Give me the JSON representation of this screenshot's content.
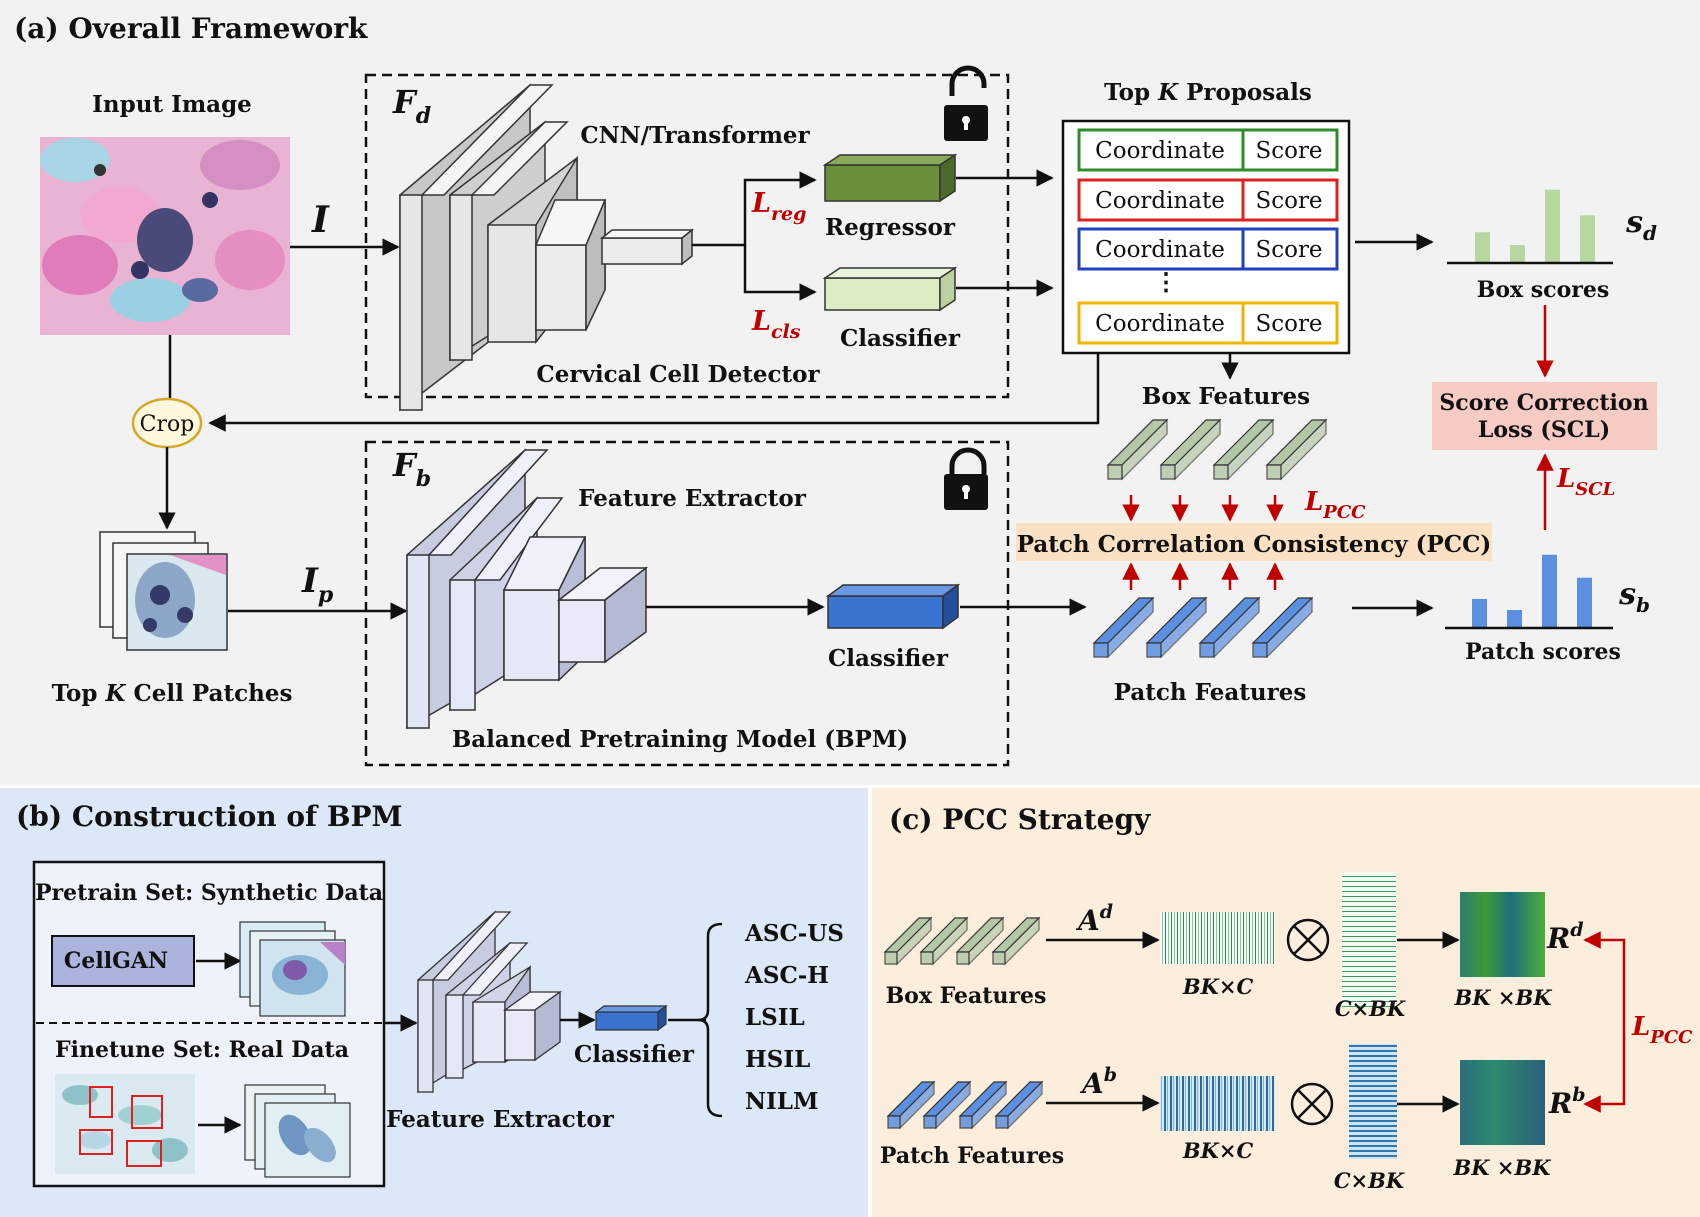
{
  "panel_a": {
    "title": "(a) Overall Framework",
    "input_image": "Input Image",
    "input_symbol": "I",
    "fd_main": "F",
    "fd_sub": "d",
    "cnn_transformer": "CNN/Transformer",
    "lreg_main": "L",
    "lreg_sub": "reg",
    "lcls_main": "L",
    "lcls_sub": "cls",
    "regressor": "Regressor",
    "classifier_top": "Classifier",
    "detector_label": "Cervical Cell Detector",
    "top_k_proposals": {
      "pre": "Top ",
      "k": "K",
      "post": " Proposals"
    },
    "proposals": [
      {
        "coord": "Coordinate",
        "score": "Score",
        "color": "#2e8b2e"
      },
      {
        "coord": "Coordinate",
        "score": "Score",
        "color": "#e02020"
      },
      {
        "coord": "Coordinate",
        "score": "Score",
        "color": "#2040c0"
      },
      {
        "coord": "Coordinate",
        "score": "Score",
        "color": "#f0b400"
      }
    ],
    "vdots": "⋮",
    "sd_main": "s",
    "sd_sub": "d",
    "box_scores": "Box scores",
    "box_score_values": [
      0.35,
      0.2,
      0.85,
      0.55
    ],
    "box_score_color": "#b6d7a0",
    "scl_line1": "Score Correction",
    "scl_line2": "Loss (SCL)",
    "lscl_main": "L",
    "lscl_sub": "SCL",
    "crop": "Crop",
    "box_features": "Box Features",
    "lpcc_main": "L",
    "lpcc_sub": "PCC",
    "pcc_label": "Patch Correlation Consistency (PCC)",
    "fb_main": "F",
    "fb_sub": "b",
    "feature_extractor": "Feature Extractor",
    "ip_main": "I",
    "ip_sub": "p",
    "top_k_patches": {
      "pre": "Top ",
      "k": "K",
      "post": " Cell Patches"
    },
    "classifier_bottom": "Classifier",
    "bpm_label": "Balanced Pretraining Model (BPM)",
    "patch_features": "Patch Features",
    "sb_main": "s",
    "sb_sub": "b",
    "patch_scores": "Patch scores",
    "patch_score_values": [
      0.33,
      0.2,
      0.85,
      0.58
    ],
    "patch_score_color": "#5b8fe0"
  },
  "panel_b": {
    "title": "(b) Construction of BPM",
    "pretrain_set": "Pretrain Set: Synthetic Data",
    "cellgan": "CellGAN",
    "finetune_set": "Finetune Set: Real Data",
    "feature_extractor": "Feature Extractor",
    "classifier": "Classifier",
    "classes": [
      "ASC-US",
      "ASC-H",
      "LSIL",
      "HSIL",
      "NILM"
    ]
  },
  "panel_c": {
    "title": "(c) PCC Strategy",
    "box_features": "Box Features",
    "patch_features": "Patch Features",
    "ad_main": "A",
    "ad_sup": "d",
    "ab_main": "A",
    "ab_sup": "b",
    "bkxc_1": "BK×C",
    "cxbk_1": "C×BK",
    "bkxbk_1": "BK ×BK",
    "bkxc_2": "BK×C",
    "cxbk_2": "C×BK",
    "bkxbk_2": "BK ×BK",
    "otimes": "⊗",
    "rd_main": "R",
    "rd_sup": "d",
    "rb_main": "R",
    "rb_sup": "b",
    "lpcc_main": "L",
    "lpcc_sub": "PCC"
  },
  "colors": {
    "panel_a_bg": "#f2f2f2",
    "panel_b_bg": "#dce8f7",
    "panel_c_bg": "#fbeedd",
    "loss_red": "#c00000",
    "scl_box": "#f5cbc4",
    "pcc_box": "#fbe1c3",
    "regressor": "#6b8e3a",
    "classifier_green": "#dcecc4",
    "classifier_blue": "#3b74d0",
    "box_feature": "#b4c8a8",
    "patch_feature": "#5b8fe0",
    "cellgan_box": "#aab4dc"
  }
}
